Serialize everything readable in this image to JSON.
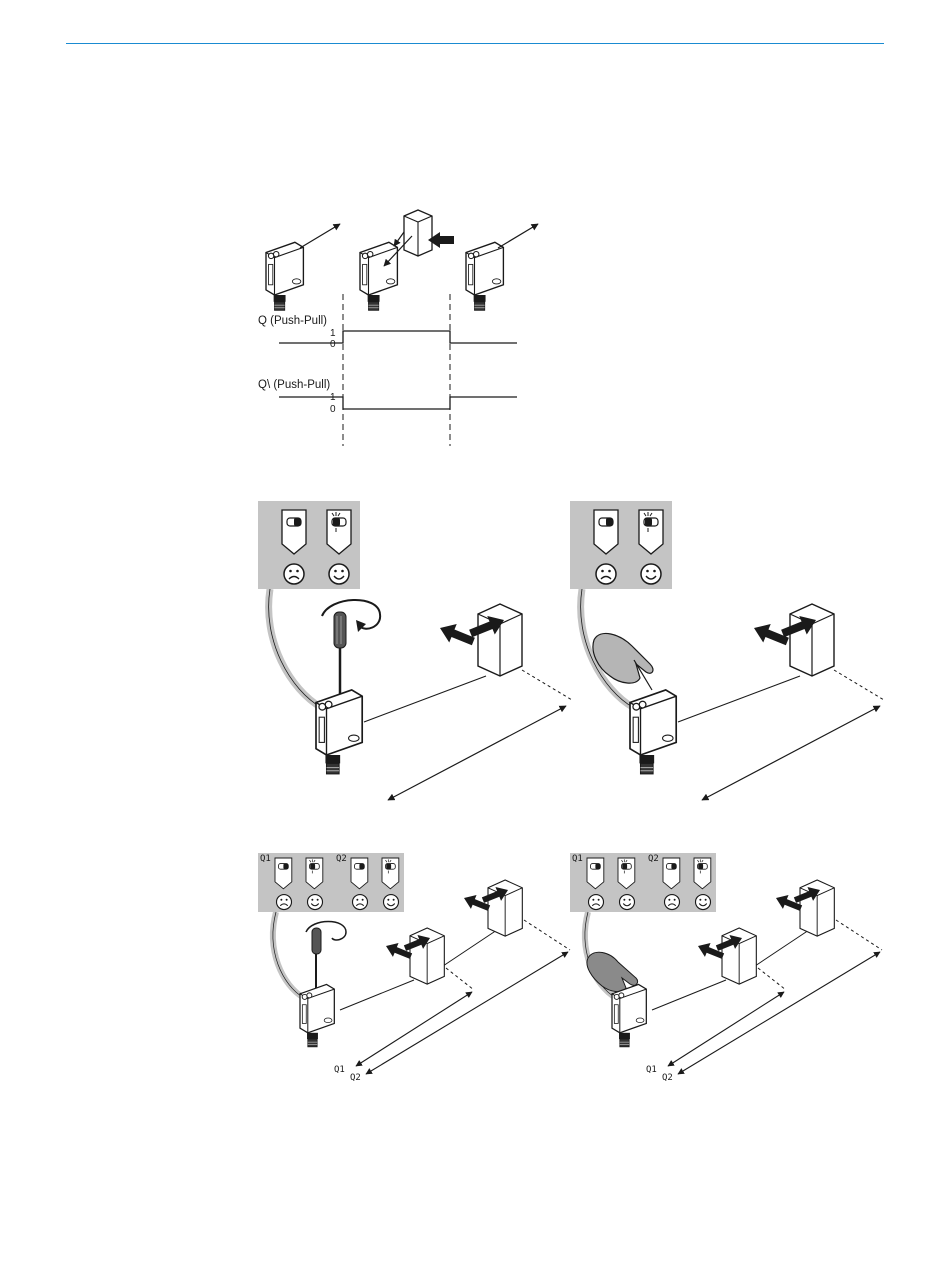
{
  "timing": {
    "q_label": "Q (Push-Pull)",
    "qbar_label": "Q\\ (Push-Pull)",
    "level_high": "1",
    "level_low": "0"
  },
  "panels": {
    "q1_label": "Q1",
    "q2_label": "Q2"
  },
  "icons": [
    "sensor-icon",
    "target-object-icon",
    "screwdriver-icon",
    "hand-pointing-icon",
    "led-indicator-icon",
    "frown-face-icon",
    "smile-face-icon",
    "rotate-arrow-icon"
  ],
  "colors": {
    "header_rule": "#1a8bd1",
    "panel_bg": "#c4c4c4",
    "ink": "#1a1a1a"
  }
}
